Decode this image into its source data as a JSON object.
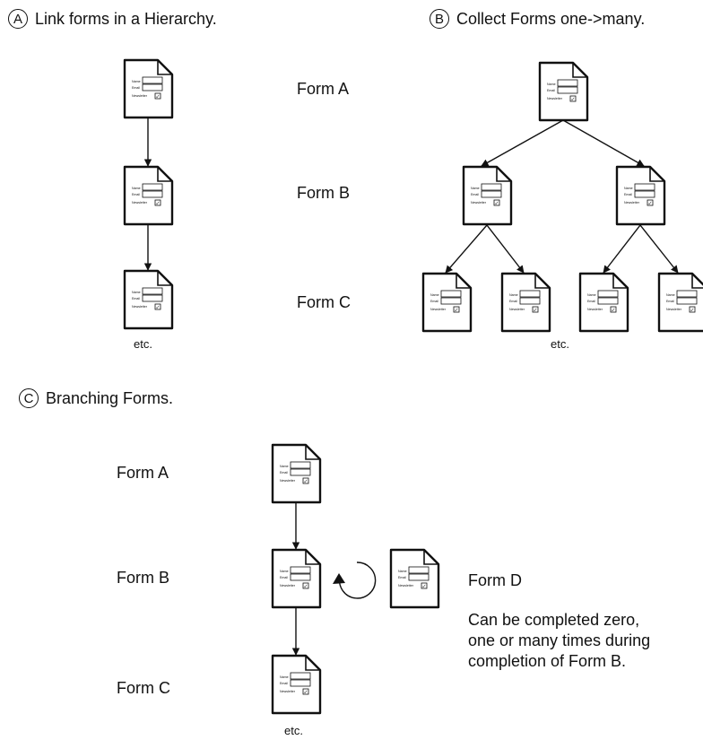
{
  "section_a": {
    "badge": "A",
    "title": "Link forms in a Hierarchy.",
    "etc": "etc."
  },
  "section_b": {
    "badge": "B",
    "title": "Collect Forms one->many.",
    "etc": "etc."
  },
  "shared_labels": {
    "form_a": "Form A",
    "form_b": "Form B",
    "form_c": "Form C"
  },
  "section_c": {
    "badge": "C",
    "title": "Branching Forms.",
    "form_a": "Form A",
    "form_b": "Form B",
    "form_c": "Form C",
    "form_d": "Form D",
    "note": "Can be completed zero,\none or many times during\ncompletion of Form B.",
    "etc": "etc."
  },
  "form_icon": {
    "name_label": "Name",
    "email_label": "Email",
    "newsletter_label": "Newsletter",
    "checkmark": "✓"
  }
}
